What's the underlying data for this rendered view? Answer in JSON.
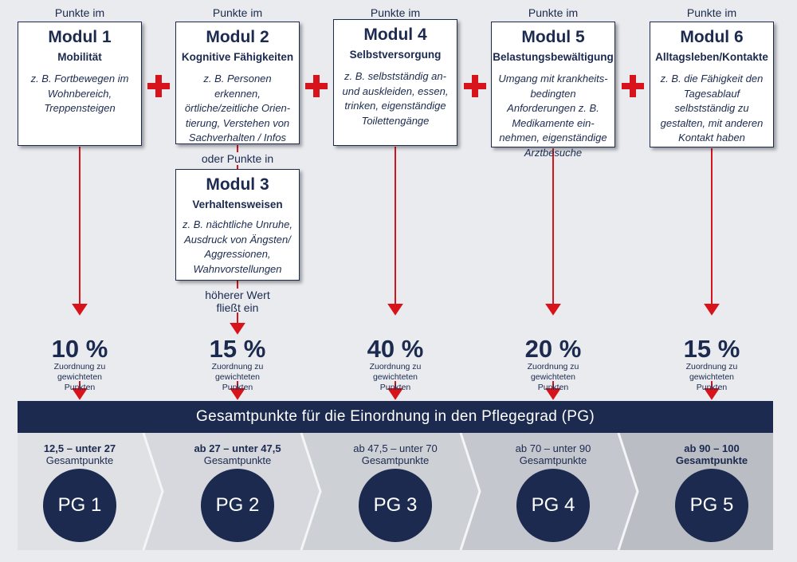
{
  "modules": [
    {
      "pre": "Punkte im",
      "title": "Modul 1",
      "subtitle": "Mobilität",
      "desc": "z. B.  Fortbewegen im Wohnbereich, Treppensteigen"
    },
    {
      "pre": "Punkte im",
      "title": "Modul 2",
      "subtitle": "Kognitive Fähigkeiten",
      "desc": "z. B. Personen erkennen, örtliche/zeitliche Orien-tierung, Verstehen von Sachverhalten / Infos"
    },
    {
      "pre": "Punkte im",
      "title": "Modul 4",
      "subtitle": "Selbstversorgung",
      "desc": "z. B. selbstständig an- und auskleiden, essen, trinken, eigenständige Toilettengänge"
    },
    {
      "pre": "Punkte im",
      "title": "Modul 5",
      "subtitle": "Belastungsbewältigung",
      "desc": "Umgang mit krankheits-bedingten Anforderungen z. B. Medikamente ein-nehmen, eigenständige Arztbesuche"
    },
    {
      "pre": "Punkte im",
      "title": "Modul 6",
      "subtitle": "Alltagsleben/Kontakte",
      "desc": "z. B. die Fähigkeit den Tagesablauf selbstständig zu gestalten, mit anderen Kontakt haben"
    }
  ],
  "module3": {
    "pre": "oder Punkte in",
    "title": "Modul 3",
    "subtitle": "Verhaltensweisen",
    "desc": "z. B. nächtliche Unruhe, Ausdruck von Ängsten/ Aggressionen, Wahnvorstellungen"
  },
  "higher_value": "höherer Wert fließt ein",
  "weights": [
    {
      "value": "10 %",
      "label": "Zuordnung zu gewichteten Punkten"
    },
    {
      "value": "15 %",
      "label": "Zuordnung zu gewichteten Punkten"
    },
    {
      "value": "40 %",
      "label": "Zuordnung zu gewichteten Punkten"
    },
    {
      "value": "20 %",
      "label": "Zuordnung zu gewichteten Punkten"
    },
    {
      "value": "15 %",
      "label": "Zuordnung zu gewichteten Punkten"
    }
  ],
  "total_bar": "Gesamtpunkte für die Einordnung in den Pflegegrad (PG)",
  "grades": [
    {
      "range": "12,5 – unter 27",
      "unit": "Gesamtpunkte",
      "pg": "PG 1"
    },
    {
      "range": "ab 27 – unter 47,5",
      "unit": "Gesamtpunkte",
      "pg": "PG 2"
    },
    {
      "range": "ab 47,5 – unter 70",
      "unit": "Gesamtpunkte",
      "pg": "PG 3"
    },
    {
      "range": "ab 70 – unter 90",
      "unit": "Gesamtpunkte",
      "pg": "PG 4"
    },
    {
      "range": "ab 90 – 100",
      "unit": "Gesamtpunkte",
      "pg": "PG 5"
    }
  ],
  "colors": {
    "navy": "#1b2a4e",
    "red": "#d7141c",
    "band": [
      "#dfe1e5",
      "#d6d8dd",
      "#cdd0d5",
      "#c4c7cd",
      "#babec4"
    ]
  }
}
